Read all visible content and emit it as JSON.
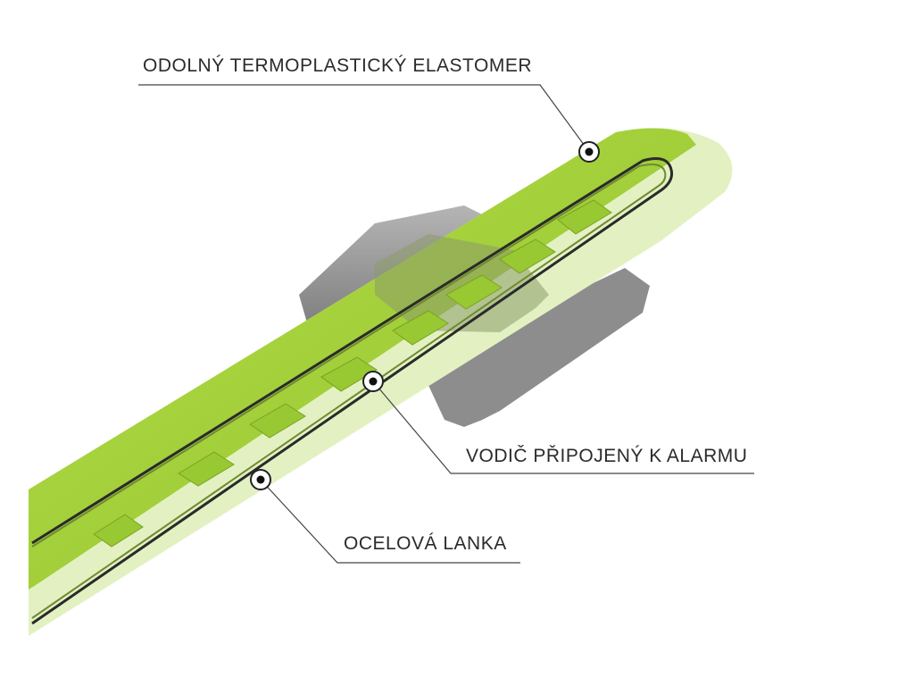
{
  "callouts": {
    "elastomer": "ODOLNÝ TERMOPLASTICKÝ ELASTOMER",
    "alarm_wire": "VODIČ PŘIPOJENÝ K ALARMU",
    "steel_cable": "OCELOVÁ LANKA"
  },
  "colors": {
    "strap_green": "#a6d23a",
    "strap_light": "#e3f1c2",
    "bracket_gray": "#9a9a9a",
    "cable_dark": "#2a2a2a",
    "leader_line": "#444444"
  }
}
